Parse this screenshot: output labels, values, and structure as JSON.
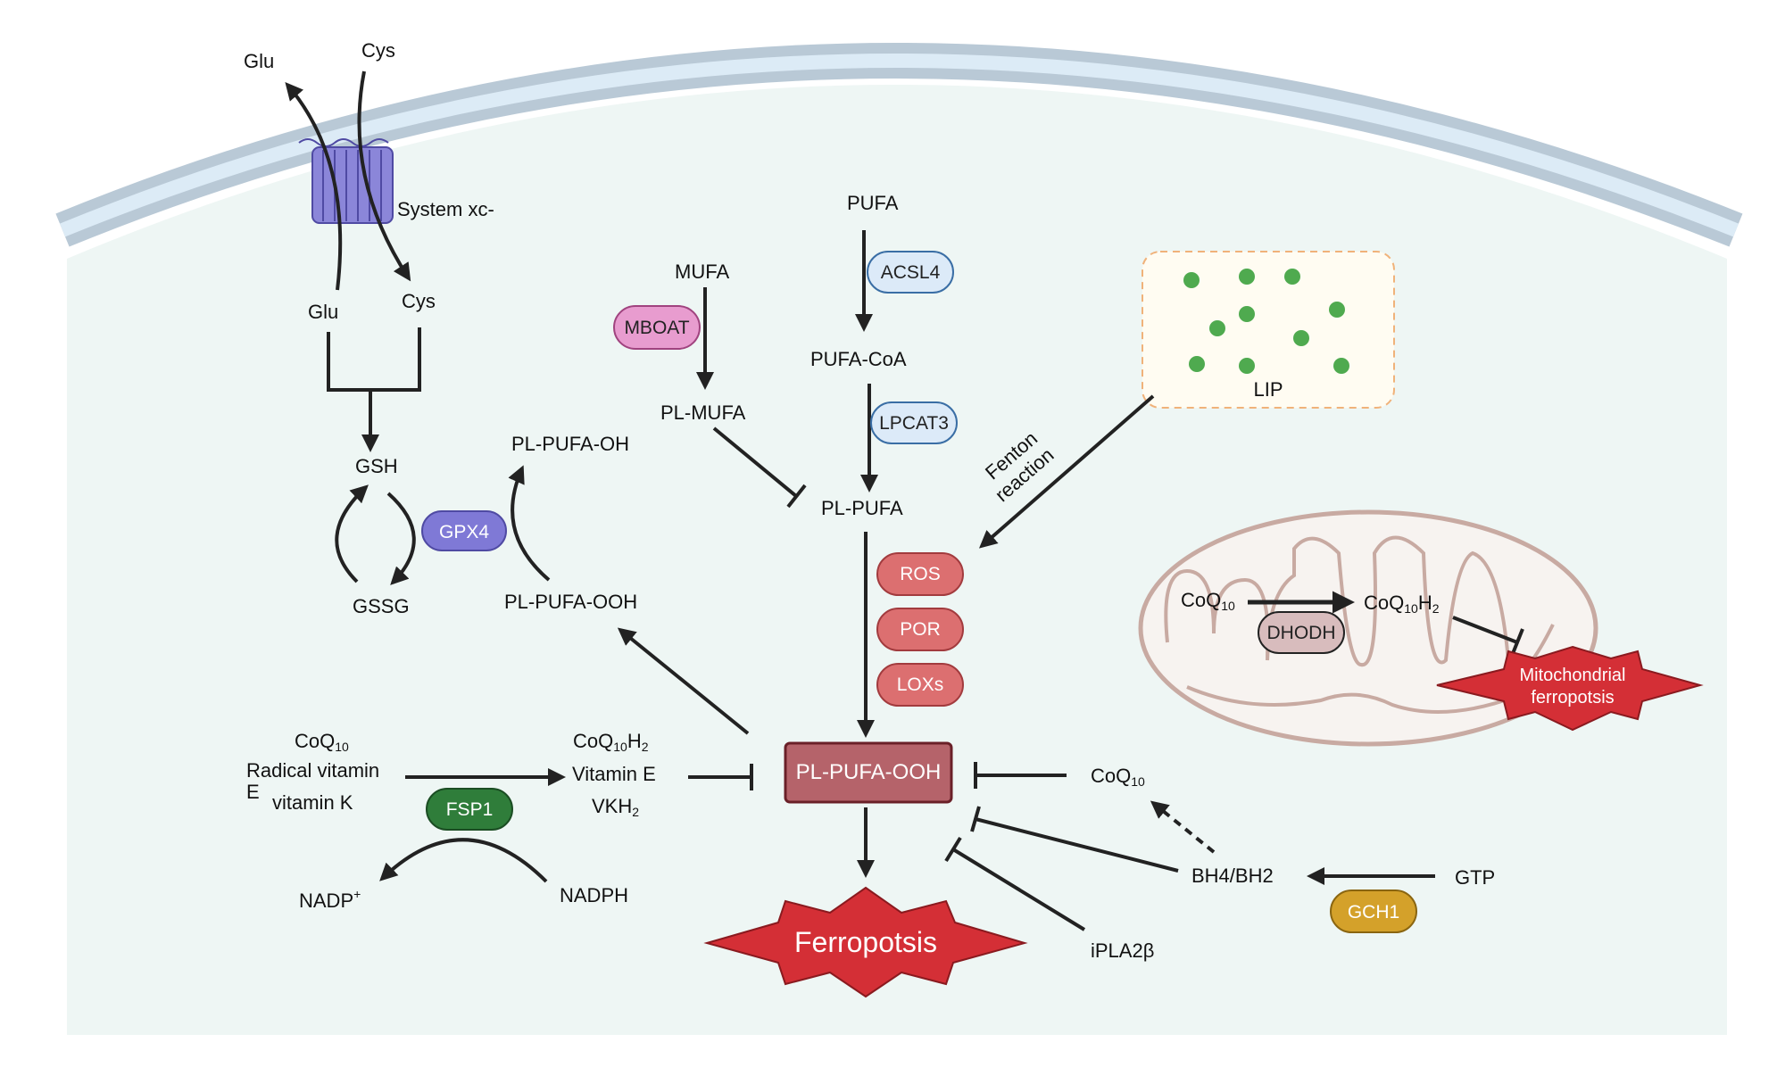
{
  "membrane": {
    "transporter_label": "System xc-",
    "outside_glu": "Glu",
    "outside_cys": "Cys",
    "inside_glu": "Glu",
    "inside_cys": "Cys"
  },
  "gsh_cycle": {
    "gsh": "GSH",
    "gssg": "GSSG",
    "gpx4": "GPX4",
    "pl_pufa_oh": "PL-PUFA-OH",
    "pl_pufa_ooh": "PL-PUFA-OOH"
  },
  "mufa_path": {
    "mufa": "MUFA",
    "mboat": "MBOAT",
    "pl_mufa": "PL-MUFA"
  },
  "pufa_path": {
    "pufa": "PUFA",
    "acsl4": "ACSL4",
    "pufa_coa": "PUFA-CoA",
    "lpcat3": "LPCAT3",
    "pl_pufa": "PL-PUFA"
  },
  "lip": {
    "label": "LIP",
    "fenton_line1": "Fenton",
    "fenton_line2": "reaction"
  },
  "oxidants": {
    "ros": "ROS",
    "por": "POR",
    "loxs": "LOXs"
  },
  "core": {
    "pl_pufa_ooh": "PL-PUFA-OOH",
    "ferroptosis": "Ferropotsis"
  },
  "fsp1_path": {
    "coq10": "CoQ",
    "coq10_sub": "10",
    "radical_vit_e_line1": "Radical vitamin",
    "radical_vit_e_line2": "E",
    "vitamin_k": "vitamin K",
    "coq10h2": "CoQ",
    "coq10h2_sub1": "10",
    "coq10h2_mid": "H",
    "coq10h2_sub2": "2",
    "vitamin_e": "Vitamin E",
    "vkh2": "VKH",
    "vkh2_sub": "2",
    "fsp1": "FSP1",
    "nadp": "NADP",
    "nadp_sup": "+",
    "nadph": "NADPH"
  },
  "right_path": {
    "coq10": "CoQ",
    "coq10_sub": "10",
    "bh4_bh2": "BH4/BH2",
    "gtp": "GTP",
    "gch1": "GCH1",
    "ipla2b": "iPLA2β"
  },
  "mito": {
    "coq10": "CoQ",
    "coq10_sub": "10",
    "coq10h2": "CoQ",
    "coq10h2_sub1": "10",
    "coq10h2_mid": "H",
    "coq10h2_sub2": "2",
    "dhodh": "DHODH",
    "mito_line1": "Mitochondrial",
    "mito_line2": "ferropotsis"
  },
  "colors": {
    "cytoplasm": "#eef6f4",
    "membrane": "#b9c9d6",
    "membrane_inner": "#dcebf6",
    "transporter": "#8b86d9",
    "gpx4": "#7f79d6",
    "mboat": "#e89ccf",
    "enzyme_blue": "#dceaf8",
    "ros_red": "#dc6f70",
    "core_box": "#b5636a",
    "ferroptosis_red": "#d42f36",
    "fsp1_green": "#2f7d3a",
    "gch1_gold": "#d4a12a",
    "dhodh": "#d8bcbd",
    "lip_dot": "#4faa4f",
    "lip_bg": "#fffcf2",
    "lip_border": "#f0b27a",
    "mito_outline": "#c8aaa2",
    "mito_fill": "#f7f3f0"
  }
}
